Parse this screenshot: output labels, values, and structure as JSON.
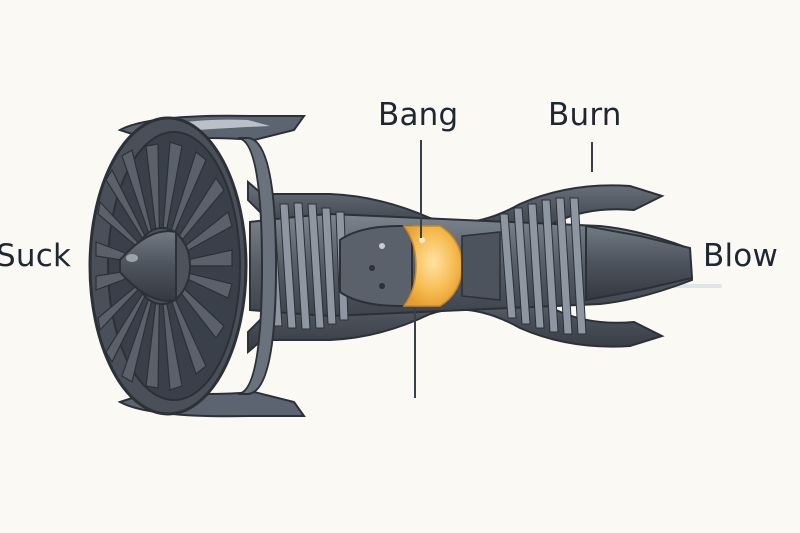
{
  "labels": {
    "suck": "Suck",
    "bang": "Bang",
    "burn": "Burn",
    "blow": "Blow"
  },
  "colors": {
    "background": "#fbf9f3",
    "engine_dark": "#3a4049",
    "engine_mid": "#5b6470",
    "engine_light": "#8d96a1",
    "highlight": "#b9c0c8",
    "combustion": "#f3b84f",
    "text": "#1f2733"
  },
  "icons": {
    "diagram": "jet-engine-cutaway-icon"
  }
}
